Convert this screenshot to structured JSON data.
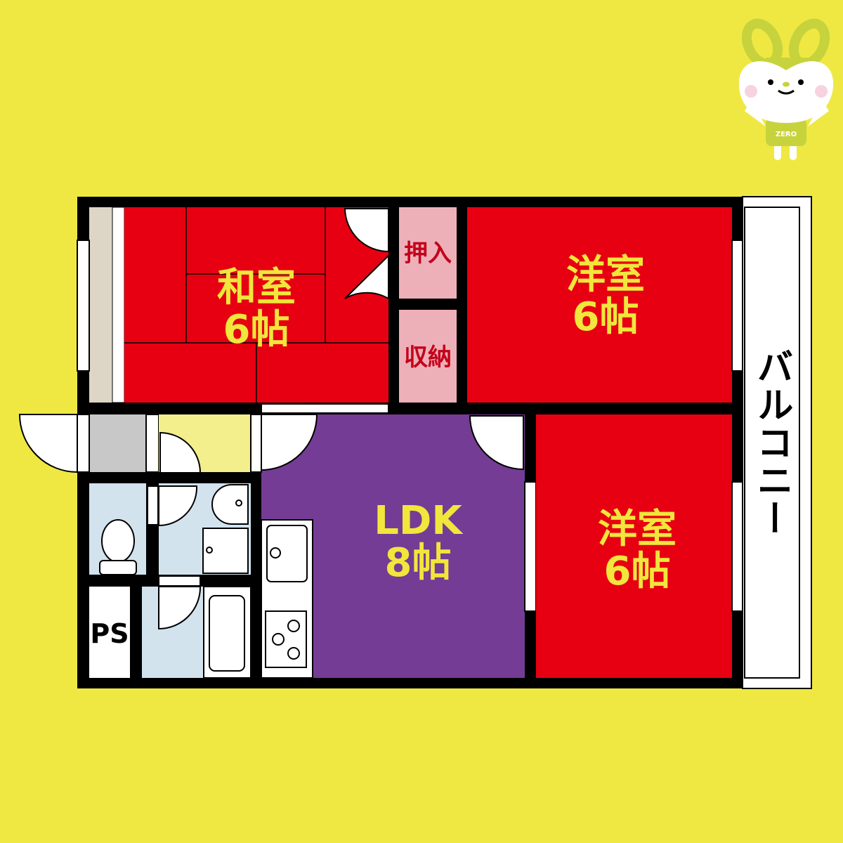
{
  "colors": {
    "background": "#EFE843",
    "wall": "#000000",
    "western_room": "#E60012",
    "japanese_room": "#E60012",
    "ldk": "#743C94",
    "storage": "#EEB0B8",
    "wet_area": "#D2E3EE",
    "entrance": "#C8C8C8",
    "hall": "#F2EF8C",
    "label": "#F0E63C"
  },
  "rooms": {
    "washitsu": {
      "name": "和室",
      "size": "6帖"
    },
    "youshitsu_upper": {
      "name": "洋室",
      "size": "6帖"
    },
    "youshitsu_lower": {
      "name": "洋室",
      "size": "6帖"
    },
    "ldk": {
      "name": "LDK",
      "size": "8帖"
    },
    "oshiire": {
      "name": "押入"
    },
    "shuno": {
      "name": "収納"
    },
    "ps": {
      "name": "PS"
    },
    "balcony": {
      "name": "バルコニー"
    }
  },
  "mascot": {
    "shirt_text": "ZERO"
  }
}
